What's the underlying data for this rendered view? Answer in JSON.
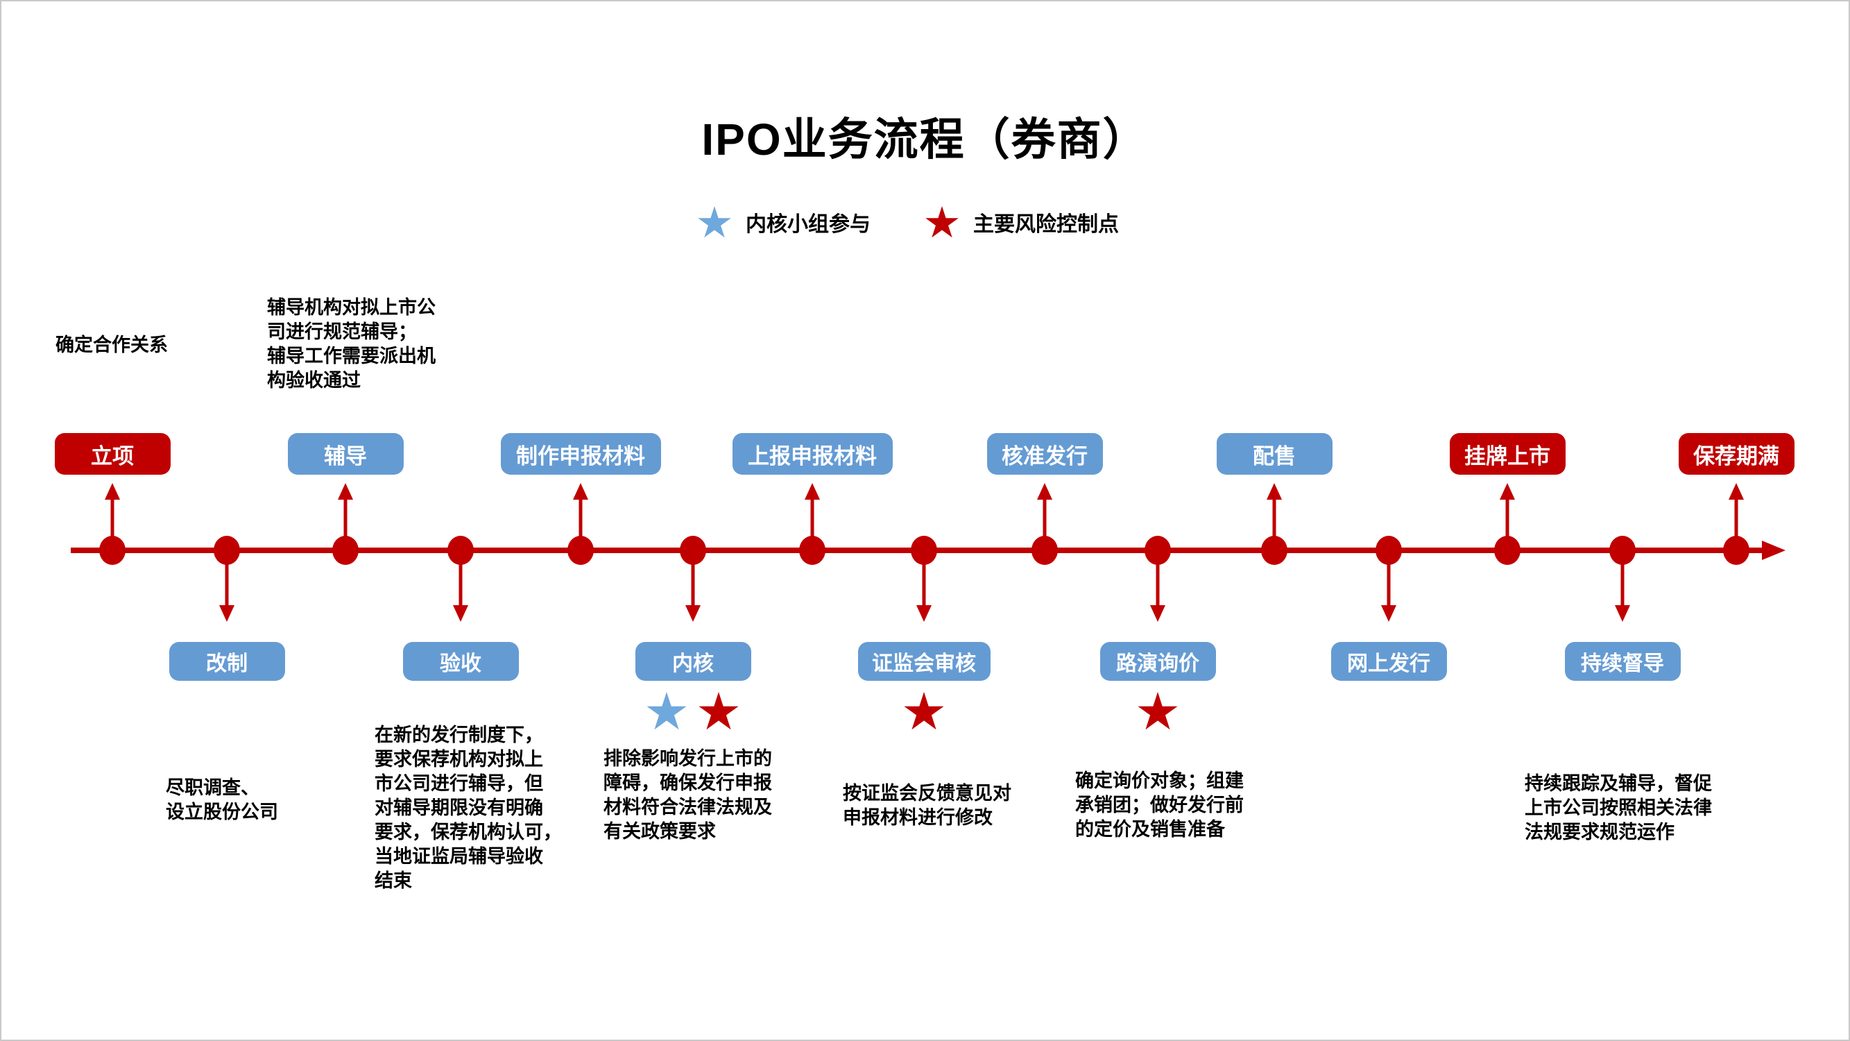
{
  "title": "IPO业务流程（券商）",
  "colors": {
    "red": "#C00000",
    "blue": "#659BD3",
    "star_blue": "#6FA8DC",
    "text": "#000000"
  },
  "legend": [
    {
      "id": "internal-review",
      "symbol": "star",
      "color": "#6FA8DC",
      "label": "内核小组参与"
    },
    {
      "id": "risk-control",
      "symbol": "star",
      "color": "#C00000",
      "label": "主要风险控制点"
    }
  ],
  "timeline": {
    "top_nodes": [
      {
        "label": "立项",
        "color": "red"
      },
      {
        "label": "辅导",
        "color": "blue"
      },
      {
        "label": "制作申报材料",
        "color": "blue"
      },
      {
        "label": "上报申报材料",
        "color": "blue"
      },
      {
        "label": "核准发行",
        "color": "blue"
      },
      {
        "label": "配售",
        "color": "blue"
      },
      {
        "label": "挂牌上市",
        "color": "red"
      },
      {
        "label": "保荐期满",
        "color": "red"
      }
    ],
    "bottom_nodes": [
      {
        "label": "改制",
        "stars": []
      },
      {
        "label": "验收",
        "stars": []
      },
      {
        "label": "内核",
        "stars": [
          "blue",
          "red"
        ]
      },
      {
        "label": "证监会审核",
        "stars": [
          "red"
        ]
      },
      {
        "label": "路演询价",
        "stars": [
          "red"
        ]
      },
      {
        "label": "网上发行",
        "stars": []
      },
      {
        "label": "持续督导",
        "stars": []
      }
    ]
  },
  "annotations": [
    {
      "id": "establish-cooperation",
      "text": "确定合作关系"
    },
    {
      "id": "coaching-note",
      "text": "辅导机构对拟上市公\n司进行规范辅导；\n辅导工作需要派出机\n构验收通过"
    },
    {
      "id": "due-diligence-note",
      "text": "尽职调查、\n设立股份公司"
    },
    {
      "id": "acceptance-note",
      "text": "在新的发行制度下，\n要求保荐机构对拟上\n市公司进行辅导，但\n对辅导期限没有明确\n要求，保荐机构认可，\n当地证监局辅导验收\n结束"
    },
    {
      "id": "internal-review-note",
      "text": "排除影响发行上市的\n障碍，确保发行申报\n材料符合法律法规及\n有关政策要求"
    },
    {
      "id": "csrc-feedback-note",
      "text": "按证监会反馈意见对\n申报材料进行修改"
    },
    {
      "id": "roadshow-note",
      "text": "确定询价对象；组建\n承销团；做好发行前\n的定价及销售准备"
    },
    {
      "id": "supervision-note",
      "text": "持续跟踪及辅导，督促\n上市公司按照相关法律\n法规要求规范运作"
    }
  ]
}
